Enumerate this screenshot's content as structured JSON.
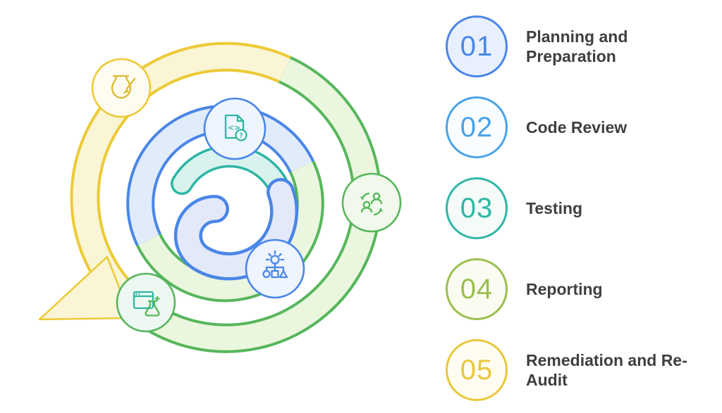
{
  "steps": [
    {
      "number": "01",
      "label": "Planning and Preparation",
      "color": "#4a86e8",
      "fill": "#e8f0fd"
    },
    {
      "number": "02",
      "label": "Code Review",
      "color": "#4aa3e8",
      "fill": "#fafdff"
    },
    {
      "number": "03",
      "label": "Testing",
      "color": "#2eb7a4",
      "fill": "#f4fbf9"
    },
    {
      "number": "04",
      "label": "Reporting",
      "color": "#9abf4f",
      "fill": "#fafcf1"
    },
    {
      "number": "05",
      "label": "Remediation and Re-Audit",
      "color": "#e9c73b",
      "fill": "#fffdf2"
    }
  ],
  "diagram": {
    "colors": {
      "yellow": "#ecca35",
      "yellowLight": "#faf5d4",
      "green": "#57b65c",
      "greenLight": "#eaf6dd",
      "blue": "#4a86e8",
      "blueLight": "#e1ecfb",
      "teal": "#2db6a3",
      "tealLight": "#daf2ee",
      "swirlFill": "#e4e9fa",
      "iconYellow": "#ddb92e"
    },
    "icons": [
      {
        "name": "vase-brush-icon"
      },
      {
        "name": "code-document-icon",
        "glyph": "<>",
        "badge": "?"
      },
      {
        "name": "people-sync-icon"
      },
      {
        "name": "app-test-flask-icon",
        "plus": "+"
      },
      {
        "name": "idea-flowchart-icon"
      }
    ]
  }
}
